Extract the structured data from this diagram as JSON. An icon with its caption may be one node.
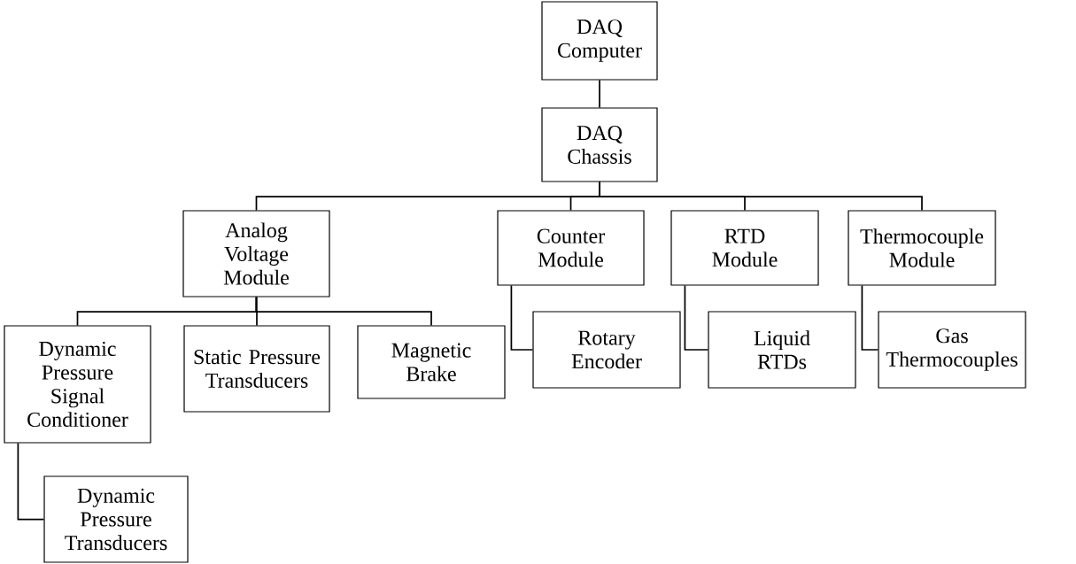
{
  "diagram": {
    "nodes": [
      {
        "text": [
          "DAQ Computer"
        ]
      },
      {
        "text": [
          "DAQ Chassis"
        ]
      },
      {
        "text": [
          "Analog Voltage Module"
        ]
      },
      {
        "text": [
          "Counter Module"
        ]
      },
      {
        "text": [
          "RTD Module"
        ]
      },
      {
        "text": [
          "Thermocouple Module"
        ]
      },
      {
        "text": [
          "Dynamic Pressure Signal Conditioner"
        ]
      },
      {
        "text": [
          "Static Pressure Transducers"
        ]
      },
      {
        "text": [
          "Magnetic Brake"
        ]
      },
      {
        "text": [
          "Rotary Encoder"
        ]
      },
      {
        "text": [
          "Liquid RTDs"
        ]
      },
      {
        "text": [
          "Gas Thermocouples"
        ]
      },
      {
        "text": [
          "Dynamic Pressure Transducers"
        ]
      }
    ],
    "edges": [
      {
        "from": 0,
        "to": 1,
        "arrow": "none"
      },
      {
        "from": 1,
        "to": 2,
        "arrow": "none"
      },
      {
        "from": 1,
        "to": 3,
        "arrow": "none"
      },
      {
        "from": 1,
        "to": 4,
        "arrow": "none"
      },
      {
        "from": 1,
        "to": 5,
        "arrow": "none"
      },
      {
        "from": 2,
        "to": 6,
        "arrow": "none"
      },
      {
        "from": 2,
        "to": 7,
        "arrow": "none"
      },
      {
        "from": 2,
        "to": 8,
        "arrow": "none"
      },
      {
        "from": 3,
        "to": 9,
        "arrow": "none"
      },
      {
        "from": 4,
        "to": 10,
        "arrow": "none"
      },
      {
        "from": 5,
        "to": 11,
        "arrow": "none"
      },
      {
        "from": 6,
        "to": 12,
        "arrow": "none"
      }
    ]
  }
}
